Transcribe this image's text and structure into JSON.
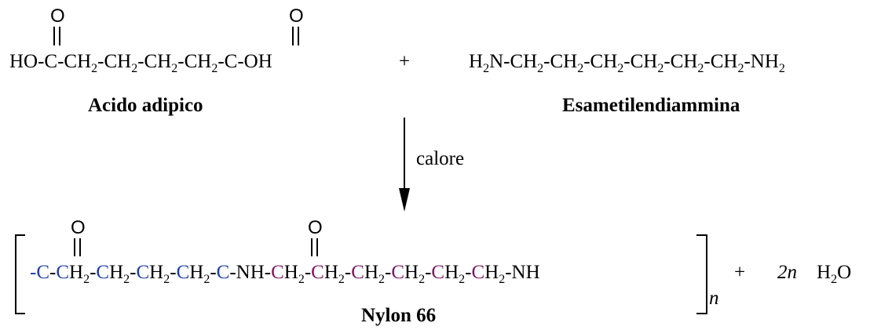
{
  "reactants": {
    "acid_name": "Acido adipico",
    "amine_name": "Esametilendiammina",
    "plus": "+"
  },
  "condition": "calore",
  "product": {
    "name": "Nylon 66",
    "repeat_index": "n",
    "plus": "+",
    "byproduct_coefficient": "2n",
    "byproduct": "H₂O"
  },
  "atoms": {
    "oxygen": "O"
  },
  "colors": {
    "acid_carbon": "#1f3fa6",
    "amine_carbon": "#7a1a5e",
    "text": "#000000"
  }
}
